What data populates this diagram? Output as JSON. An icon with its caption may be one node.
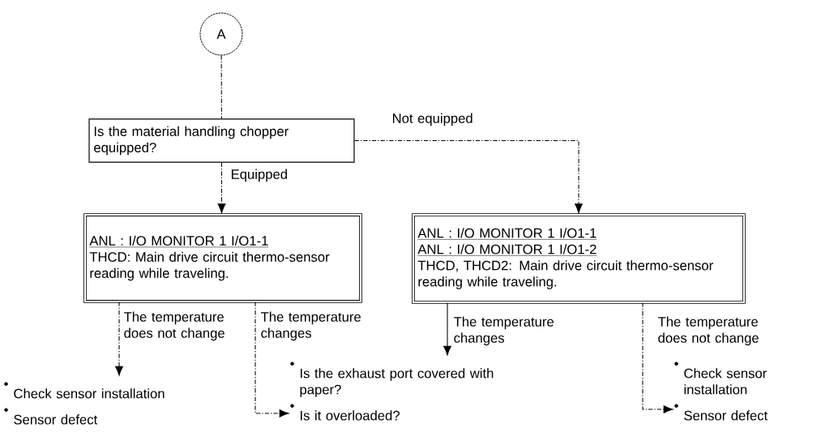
{
  "diagram": {
    "nodes": [
      {
        "text": [
          "A"
        ]
      },
      {
        "text": [
          "Is the material handling chopper equipped?"
        ]
      },
      {
        "text": [
          "ANL : I/O MONITOR 1 I/O1-1",
          "THCD: Main drive circuit thermo-sensor reading while traveling."
        ]
      },
      {
        "text": [
          "ANL : I/O MONITOR 1 I/O1-1",
          "ANL : I/O MONITOR 1 I/O1-2",
          "THCD, THCD2: Main drive circuit thermo-sensor reading while traveling."
        ]
      },
      {
        "text": [
          "Check sensor installation",
          "Sensor defect"
        ]
      },
      {
        "text": [
          "Is the exhaust port covered with paper?",
          "Is it overloaded?"
        ]
      },
      {
        "text": [
          "Check sensor installation",
          "Sensor defect"
        ]
      }
    ],
    "edges": [
      {
        "from": 0,
        "to": 1,
        "arrow": "none",
        "style": "dashed"
      },
      {
        "from": 1,
        "to": 2,
        "arrow": "to",
        "label": "Equipped",
        "style": "dashed"
      },
      {
        "from": 1,
        "to": 3,
        "arrow": "to",
        "label": "Not equipped",
        "style": "dashed"
      },
      {
        "from": 2,
        "to": 4,
        "arrow": "to",
        "label": "The temperature does not change",
        "style": "dashed"
      },
      {
        "from": 2,
        "to": 5,
        "arrow": "to",
        "label": "The temperature changes",
        "style": "dashed"
      },
      {
        "from": 3,
        "to": 5,
        "arrow": "to",
        "label": "The temperature changes"
      },
      {
        "from": 3,
        "to": 6,
        "arrow": "to",
        "label": "The temperature does not change",
        "style": "dashed"
      }
    ]
  }
}
